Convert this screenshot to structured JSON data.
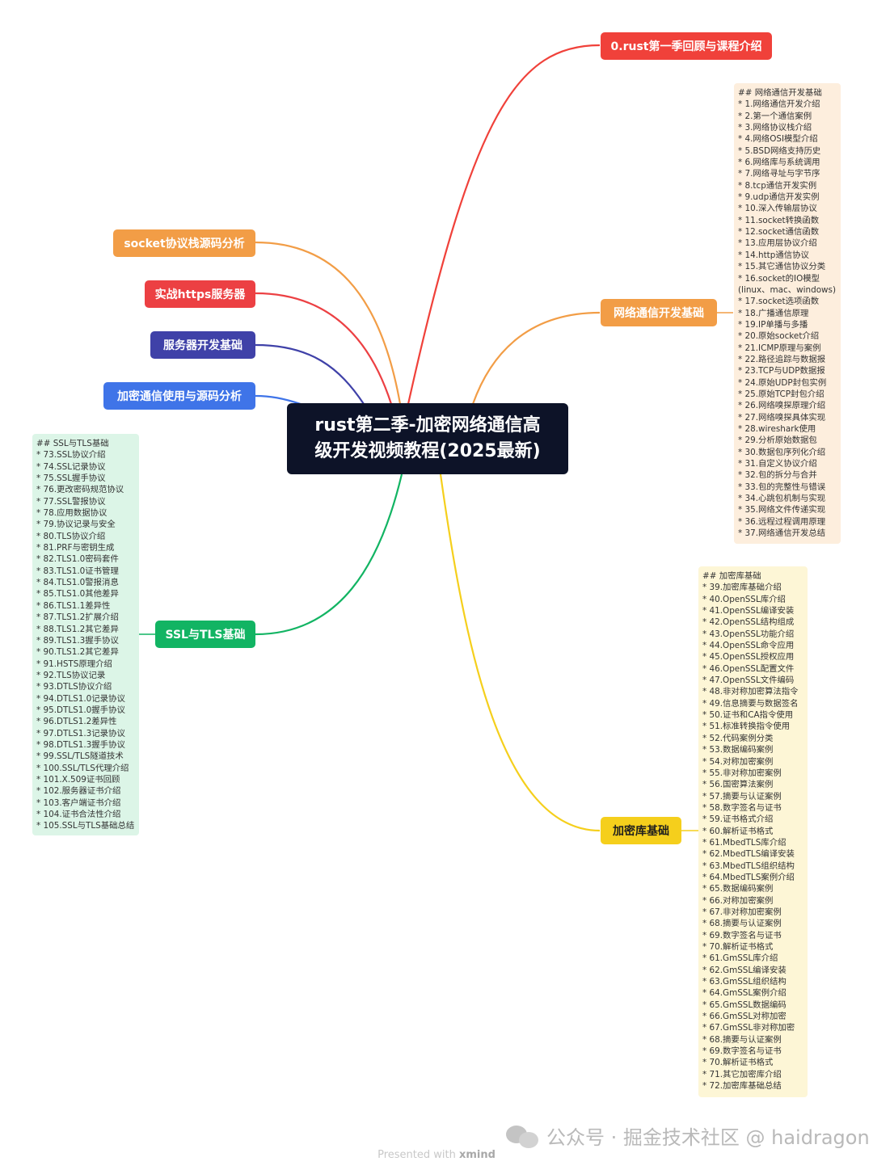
{
  "root": {
    "line1": "rust第二季-加密网络通信高",
    "line2": "级开发视频教程(2025最新)"
  },
  "colors": {
    "red": "#f0413a",
    "orange": "#f29d46",
    "crimson": "#ec4043",
    "indigo": "#3f41a8",
    "blue": "#3f74e8",
    "green": "#12b463",
    "yellow": "#f5cf1c",
    "dark": "#0d1328"
  },
  "branches": {
    "intro": "0.rust第一季回顾与课程介绍",
    "socket_src": "socket协议栈源码分析",
    "https": "实战https服务器",
    "server": "服务器开发基础",
    "crypto_use": "加密通信使用与源码分析",
    "network": "网络通信开发基础",
    "ssl": "SSL与TLS基础",
    "cryptolib": "加密库基础"
  },
  "notes": {
    "network": [
      "## 网络通信开发基础",
      "* 1.网络通信开发介绍",
      "* 2.第一个通信案例",
      "* 3.网络协议栈介绍",
      "* 4.网络OSI模型介绍",
      "* 5.BSD网络支持历史",
      "* 6.网络库与系统调用",
      "* 7.网络寻址与字节序",
      "* 8.tcp通信开发实例",
      "* 9.udp通信开发实例",
      "* 10.深入传输层协议",
      "* 11.socket转换函数",
      "* 12.socket通信函数",
      "* 13.应用层协议介绍",
      "* 14.http通信协议",
      "* 15.其它通信协议分类",
      "* 16.socket的IO模型",
      "(linux、mac、windows)",
      "* 17.socket选项函数",
      "* 18.广播通信原理",
      "* 19.IP单播与多播",
      "* 20.原始socket介绍",
      "* 21.ICMP原理与案例",
      "* 22.路径追踪与数据报",
      "* 23.TCP与UDP数据报",
      "* 24.原始UDP封包实例",
      "* 25.原始TCP封包介绍",
      "* 26.网络嗅探原理介绍",
      "* 27.网络嗅探具体实现",
      "* 28.wireshark使用",
      "* 29.分析原始数据包",
      "* 30.数据包序列化介绍",
      "* 31.自定义协议介绍",
      "* 32.包的拆分与合并",
      "* 33.包的完整性与错误",
      "* 34.心跳包机制与实现",
      "* 35.网络文件传递实现",
      "* 36.远程过程调用原理",
      "* 37.网络通信开发总结"
    ],
    "ssl": [
      "## SSL与TLS基础",
      "* 73.SSL协议介绍",
      "* 74.SSL记录协议",
      "* 75.SSL握手协议",
      "* 76.更改密码规范协议",
      "* 77.SSL警报协议",
      "* 78.应用数据协议",
      "* 79.协议记录与安全",
      "* 80.TLS协议介绍",
      "* 81.PRF与密钥生成",
      "* 82.TLS1.0密码套件",
      "* 83.TLS1.0证书管理",
      "* 84.TLS1.0警报消息",
      "* 85.TLS1.0其他差异",
      "* 86.TLS1.1差异性",
      "* 87.TLS1.2扩展介绍",
      "* 88.TLS1.2其它差异",
      "* 89.TLS1.3握手协议",
      "* 90.TLS1.2其它差异",
      "* 91.HSTS原理介绍",
      "* 92.TLS协议记录",
      "* 93.DTLS协议介绍",
      "* 94.DTLS1.0记录协议",
      "* 95.DTLS1.0握手协议",
      "* 96.DTLS1.2差异性",
      "* 97.DTLS1.3记录协议",
      "* 98.DTLS1.3握手协议",
      "* 99.SSL/TLS隧道技术",
      "* 100.SSL/TLS代理介绍",
      "* 101.X.509证书回顾",
      "* 102.服务器证书介绍",
      "* 103.客户端证书介绍",
      "* 104.证书合法性介绍",
      "* 105.SSL与TLS基础总结"
    ],
    "cryptolib": [
      "## 加密库基础",
      "* 39.加密库基础介绍",
      "* 40.OpenSSL库介绍",
      "* 41.OpenSSL编译安装",
      "* 42.OpenSSL结构组成",
      "* 43.OpenSSL功能介绍",
      "* 44.OpenSSL命令应用",
      "* 45.OpenSSL授权应用",
      "* 46.OpenSSL配置文件",
      "* 47.OpenSSL文件编码",
      "* 48.非对称加密算法指令",
      "* 49.信息摘要与数据签名",
      "* 50.证书和CA指令使用",
      "* 51.标准转换指令使用",
      "* 52.代码案例分类",
      "* 53.数据编码案例",
      "* 54.对称加密案例",
      "* 55.非对称加密案例",
      "* 56.国密算法案例",
      "* 57.摘要与认证案例",
      "* 58.数字签名与证书",
      "* 59.证书格式介绍",
      "* 60.解析证书格式",
      "* 61.MbedTLS库介绍",
      "* 62.MbedTLS编译安装",
      "* 63.MbedTLS组织结构",
      "* 64.MbedTLS案例介绍",
      "* 65.数据编码案例",
      "* 66.对称加密案例",
      "* 67.非对称加密案例",
      "* 68.摘要与认证案例",
      "* 69.数字签名与证书",
      "* 70.解析证书格式",
      "* 61.GmSSL库介绍",
      "* 62.GmSSL编译安装",
      "* 63.GmSSL组织结构",
      "* 64.GmSSL案例介绍",
      "* 65.GmSSL数据编码",
      "* 66.GmSSL对称加密",
      "* 67.GmSSL非对称加密",
      "* 68.摘要与认证案例",
      "* 69.数字签名与证书",
      "* 70.解析证书格式",
      "* 71.其它加密库介绍",
      "* 72.加密库基础总结"
    ]
  },
  "footer": {
    "prefix": "Presented with ",
    "brand": "xmind"
  },
  "watermark": {
    "text": "公众号 · 掘金技术社区 @ haidragon"
  }
}
